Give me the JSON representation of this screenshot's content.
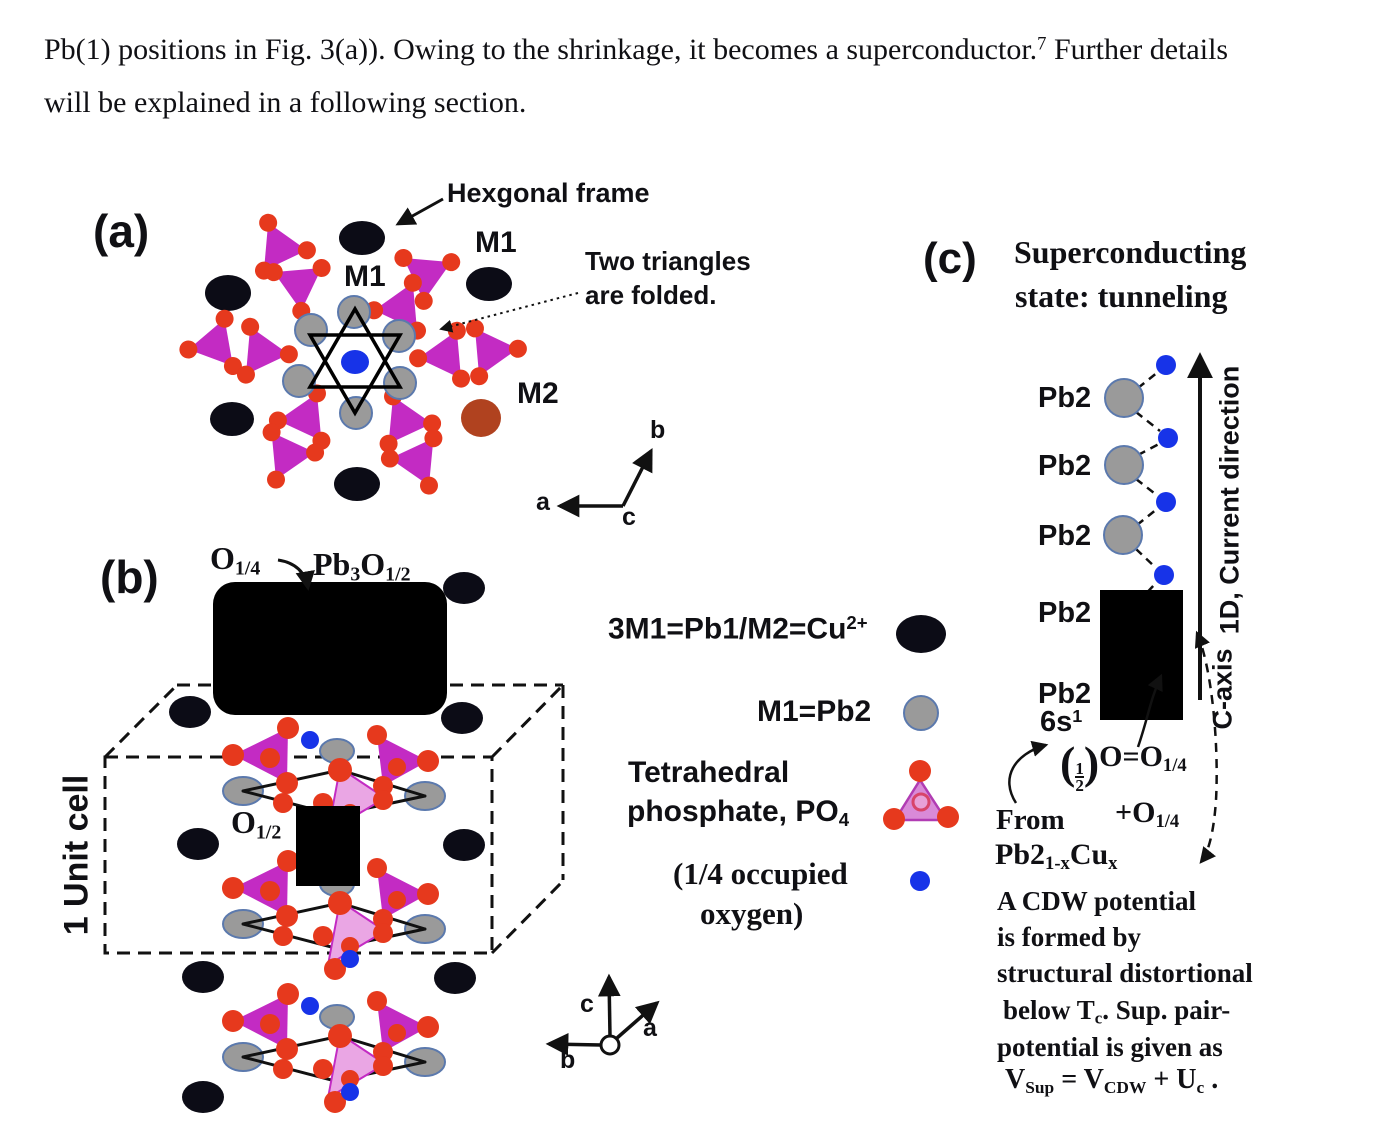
{
  "paragraph": {
    "line1_pre": "Pb(1) positions in Fig. 3(a)). Owing to the shrinkage, it becomes a superconductor.",
    "line1_sup": "7",
    "line1_post": " Further details",
    "line2": "will be explained in a following section."
  },
  "panel_a": {
    "label": "(a)",
    "annotation_hex_frame": "Hexgonal frame",
    "m1_center": "M1",
    "m1_right": "M1",
    "m2": "M2",
    "annotation_folded_1": "Two triangles",
    "annotation_folded_2": "are folded.",
    "axis": {
      "a": "a",
      "b": "b",
      "c": "c"
    }
  },
  "panel_b": {
    "label": "(b)",
    "o_quarter_el": "O",
    "o_quarter_sub": "1/4",
    "pb3_pb": "Pb",
    "pb3_sub": "3",
    "pb3_o": "O",
    "pb3_o_sub": "1/2",
    "o_half_el": "O",
    "o_half_sub": "1/2",
    "unit_cell": "1 Unit cell",
    "axis": {
      "a": "a",
      "b": "b",
      "c": "c"
    }
  },
  "legend": {
    "black_label": "3M1=Pb1/M2=Cu",
    "black_label_sup": "2+",
    "gray_label": "M1=Pb2",
    "phosphate_1": "Tetrahedral",
    "phosphate_2": "phosphate, PO",
    "phosphate_sub": "4",
    "oxygen_1": "(1/4 occupied",
    "oxygen_2": "oxygen)"
  },
  "panel_c": {
    "label": "(c)",
    "title_1": "Superconducting",
    "title_2": "state: tunneling",
    "pb2_labels": [
      "Pb2",
      "Pb2",
      "Pb2",
      "Pb2",
      "Pb2"
    ],
    "orbital": "6s",
    "orbital_sup": "1",
    "current_direction": "1D, Current direction",
    "c_axis": "C-axis",
    "eq_num": "1",
    "eq_den": "2",
    "eq_body": "O=O",
    "eq_sub": "1/4",
    "eq_plus": "+O",
    "eq_plus_sub": "1/4",
    "from": "From",
    "compound_pb": "Pb2",
    "compound_sub": "1-x",
    "compound_cu": "Cu",
    "compound_cu_sub": "x",
    "cdw_l1": "A CDW potential",
    "cdw_l2": "is formed by",
    "cdw_l3": "structural distortional",
    "cdw_l4a": "below T",
    "cdw_l4_sub": "c",
    "cdw_l4b": ". Sup. pair-",
    "cdw_l5": "potential is given as",
    "cdw_l6a": "V",
    "cdw_l6a_sub": "Sup",
    "cdw_l6b": " = V",
    "cdw_l6b_sub": "CDW",
    "cdw_l6c": " + U",
    "cdw_l6c_sub": "c",
    "cdw_l6d": " ."
  },
  "colors": {
    "phosphate_magenta": "#c32bc3",
    "oxygen_red": "#e6391d",
    "quarter_oxygen_blue": "#1733e8",
    "pb2_gray": "#9a9a9a",
    "frame_black": "#0c0c16",
    "m2_brown": "#b0421f",
    "annotation_red": "#e0251c"
  }
}
